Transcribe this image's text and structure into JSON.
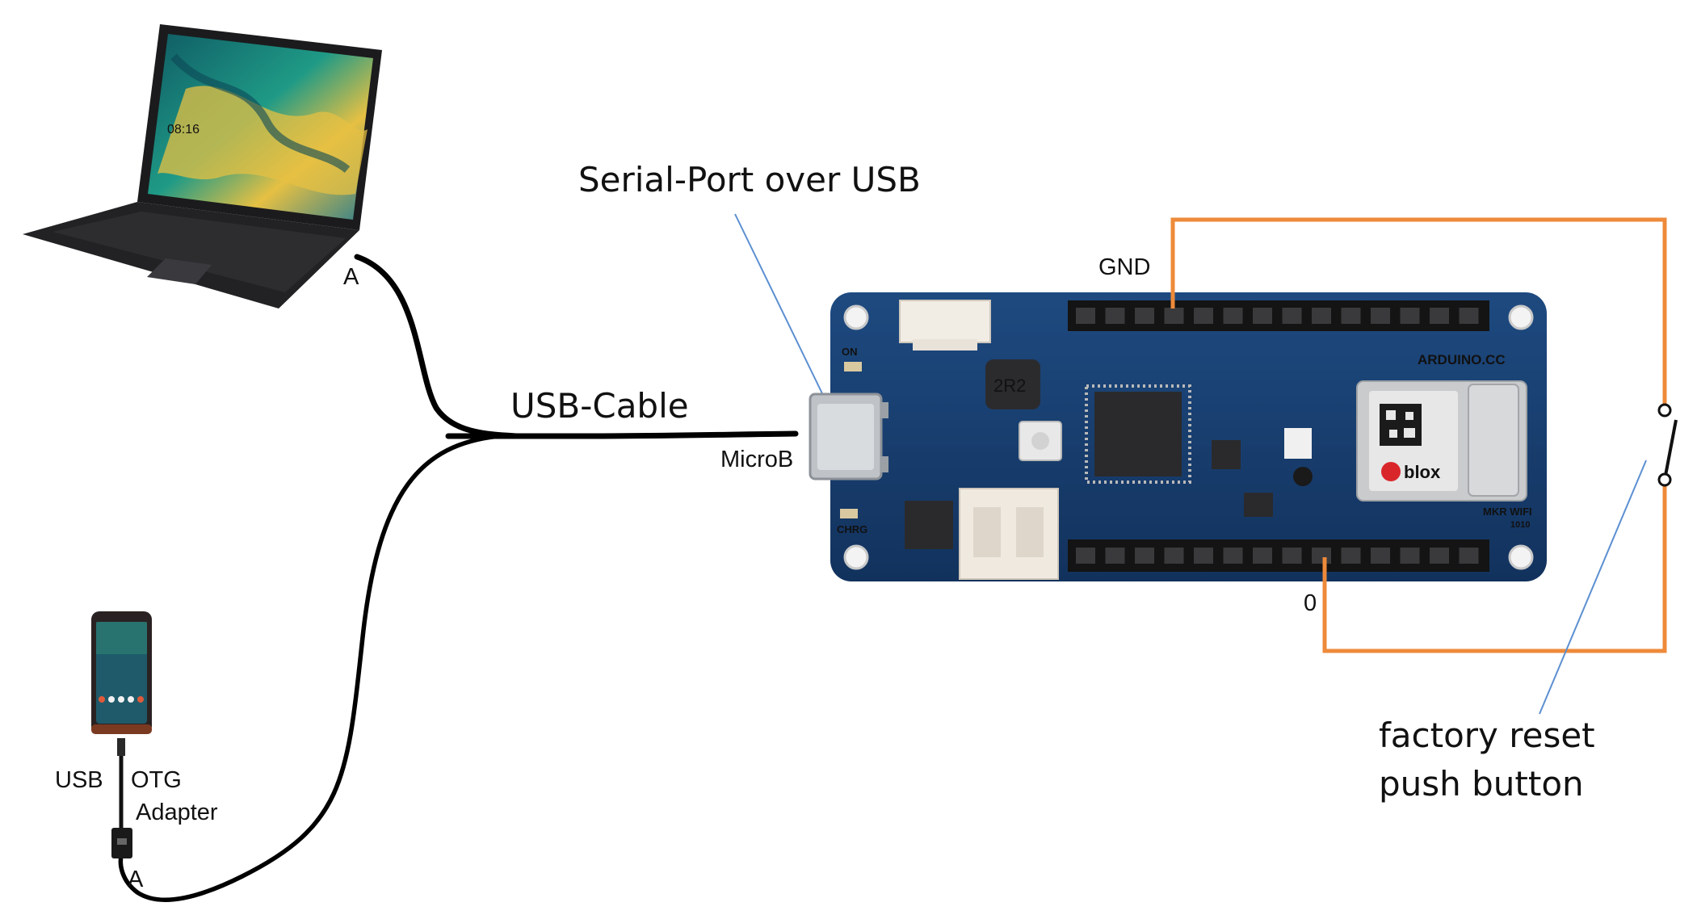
{
  "labels": {
    "serial_port": "Serial-Port over USB",
    "usb_cable": "USB-Cable",
    "microb": "MicroB",
    "laptop_a": "A",
    "gnd": "GND",
    "pin_zero": "0",
    "factory_reset_1": "factory reset",
    "factory_reset_2": "push button",
    "usb": "USB",
    "otg": "OTG",
    "adapter": "Adapter",
    "phone_a": "A",
    "laptop_clock": "08:16",
    "board_brand": "ARDUINO.CC",
    "board_model": "MKR WIFI",
    "board_model_num": "1010",
    "module_brand": "blox",
    "inductor_mark": "2R2",
    "on_label": "ON",
    "chrg_label": "CHRG"
  },
  "colors": {
    "wire": "#000000",
    "reset_wire": "#ee8a3a",
    "leader": "#5b8fd1",
    "board": "#163a6b",
    "screen_a": "#1f8a7a",
    "screen_b": "#e0b93a"
  }
}
